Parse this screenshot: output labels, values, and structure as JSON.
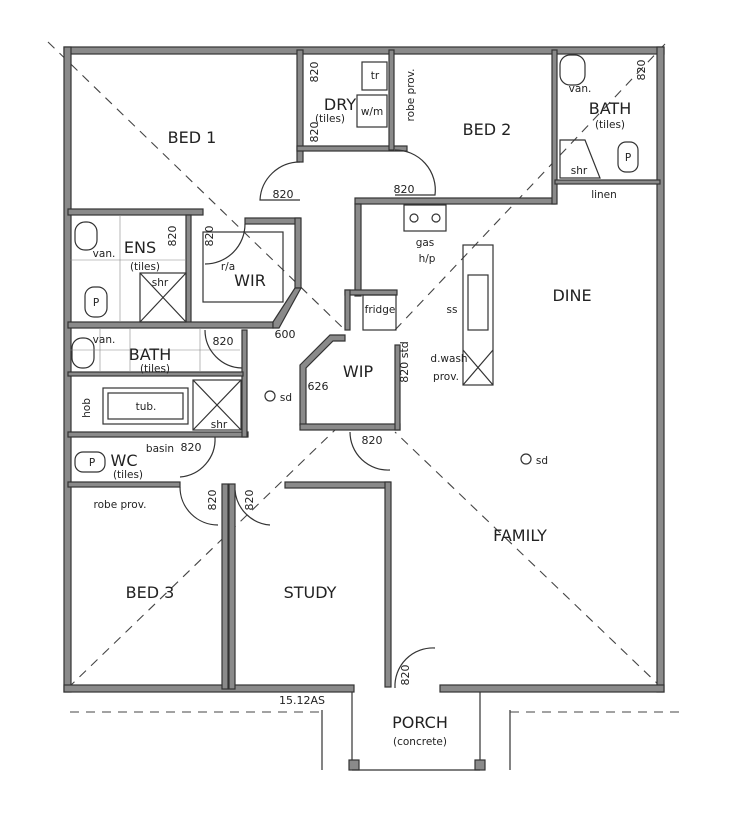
{
  "plan": {
    "rooms": {
      "bed1": "BED 1",
      "dry": "DRY",
      "dry_finish": "(tiles)",
      "bed2": "BED 2",
      "bath2": "BATH",
      "bath2_finish": "(tiles)",
      "ens": "ENS",
      "ens_finish": "(tiles)",
      "wir": "WIR",
      "dine": "DINE",
      "bath": "BATH",
      "bath_finish": "(tiles)",
      "wc": "WC",
      "wc_finish": "(tiles)",
      "wip": "WIP",
      "family": "FAMILY",
      "bed3": "BED 3",
      "study": "STUDY",
      "porch": "PORCH",
      "porch_finish": "(concrete)"
    },
    "fixtures": {
      "tr": "tr",
      "wm": "w/m",
      "robe_prov": "robe prov.",
      "van": "van.",
      "shr": "shr",
      "linen": "linen",
      "p": "P",
      "ra": "r/a",
      "gas": "gas",
      "hp": "h/p",
      "fridge": "fridge",
      "ss": "ss",
      "dwash": "d.wash",
      "prov": "prov.",
      "hob": "hob",
      "tub": "tub.",
      "basin": "basin",
      "sd": "sd"
    },
    "dimensions": {
      "door": "820",
      "door_std": "820 std",
      "d600": "600",
      "d626": "626",
      "overall": "15.12AS"
    }
  }
}
